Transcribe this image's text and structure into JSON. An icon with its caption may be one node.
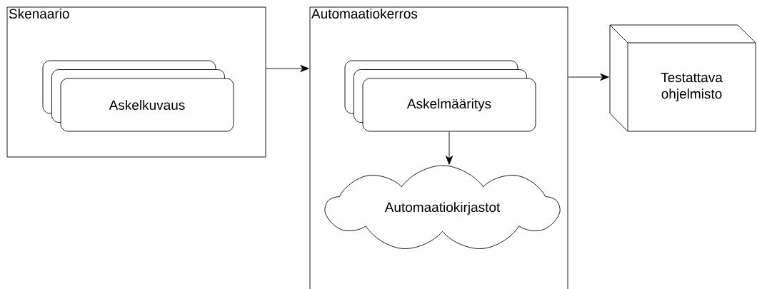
{
  "diagram": {
    "nodes": [
      {
        "text": [
          "Skenaario"
        ]
      },
      {
        "text": [
          "Askelkuvaus"
        ],
        "in": 0
      },
      {
        "text": [
          "Automaatiokerros"
        ]
      },
      {
        "text": [
          "Askelmääritys"
        ],
        "in": 2
      },
      {
        "text": [
          "Automaatiokirjastot"
        ],
        "in": 2
      },
      {
        "text": [
          "Testattava ohjelmisto"
        ]
      }
    ],
    "edges": [
      {
        "from": 0,
        "to": 2,
        "arrow": "to"
      },
      {
        "from": 2,
        "to": 5,
        "arrow": "to"
      },
      {
        "from": 3,
        "to": 4,
        "arrow": "to"
      }
    ]
  }
}
